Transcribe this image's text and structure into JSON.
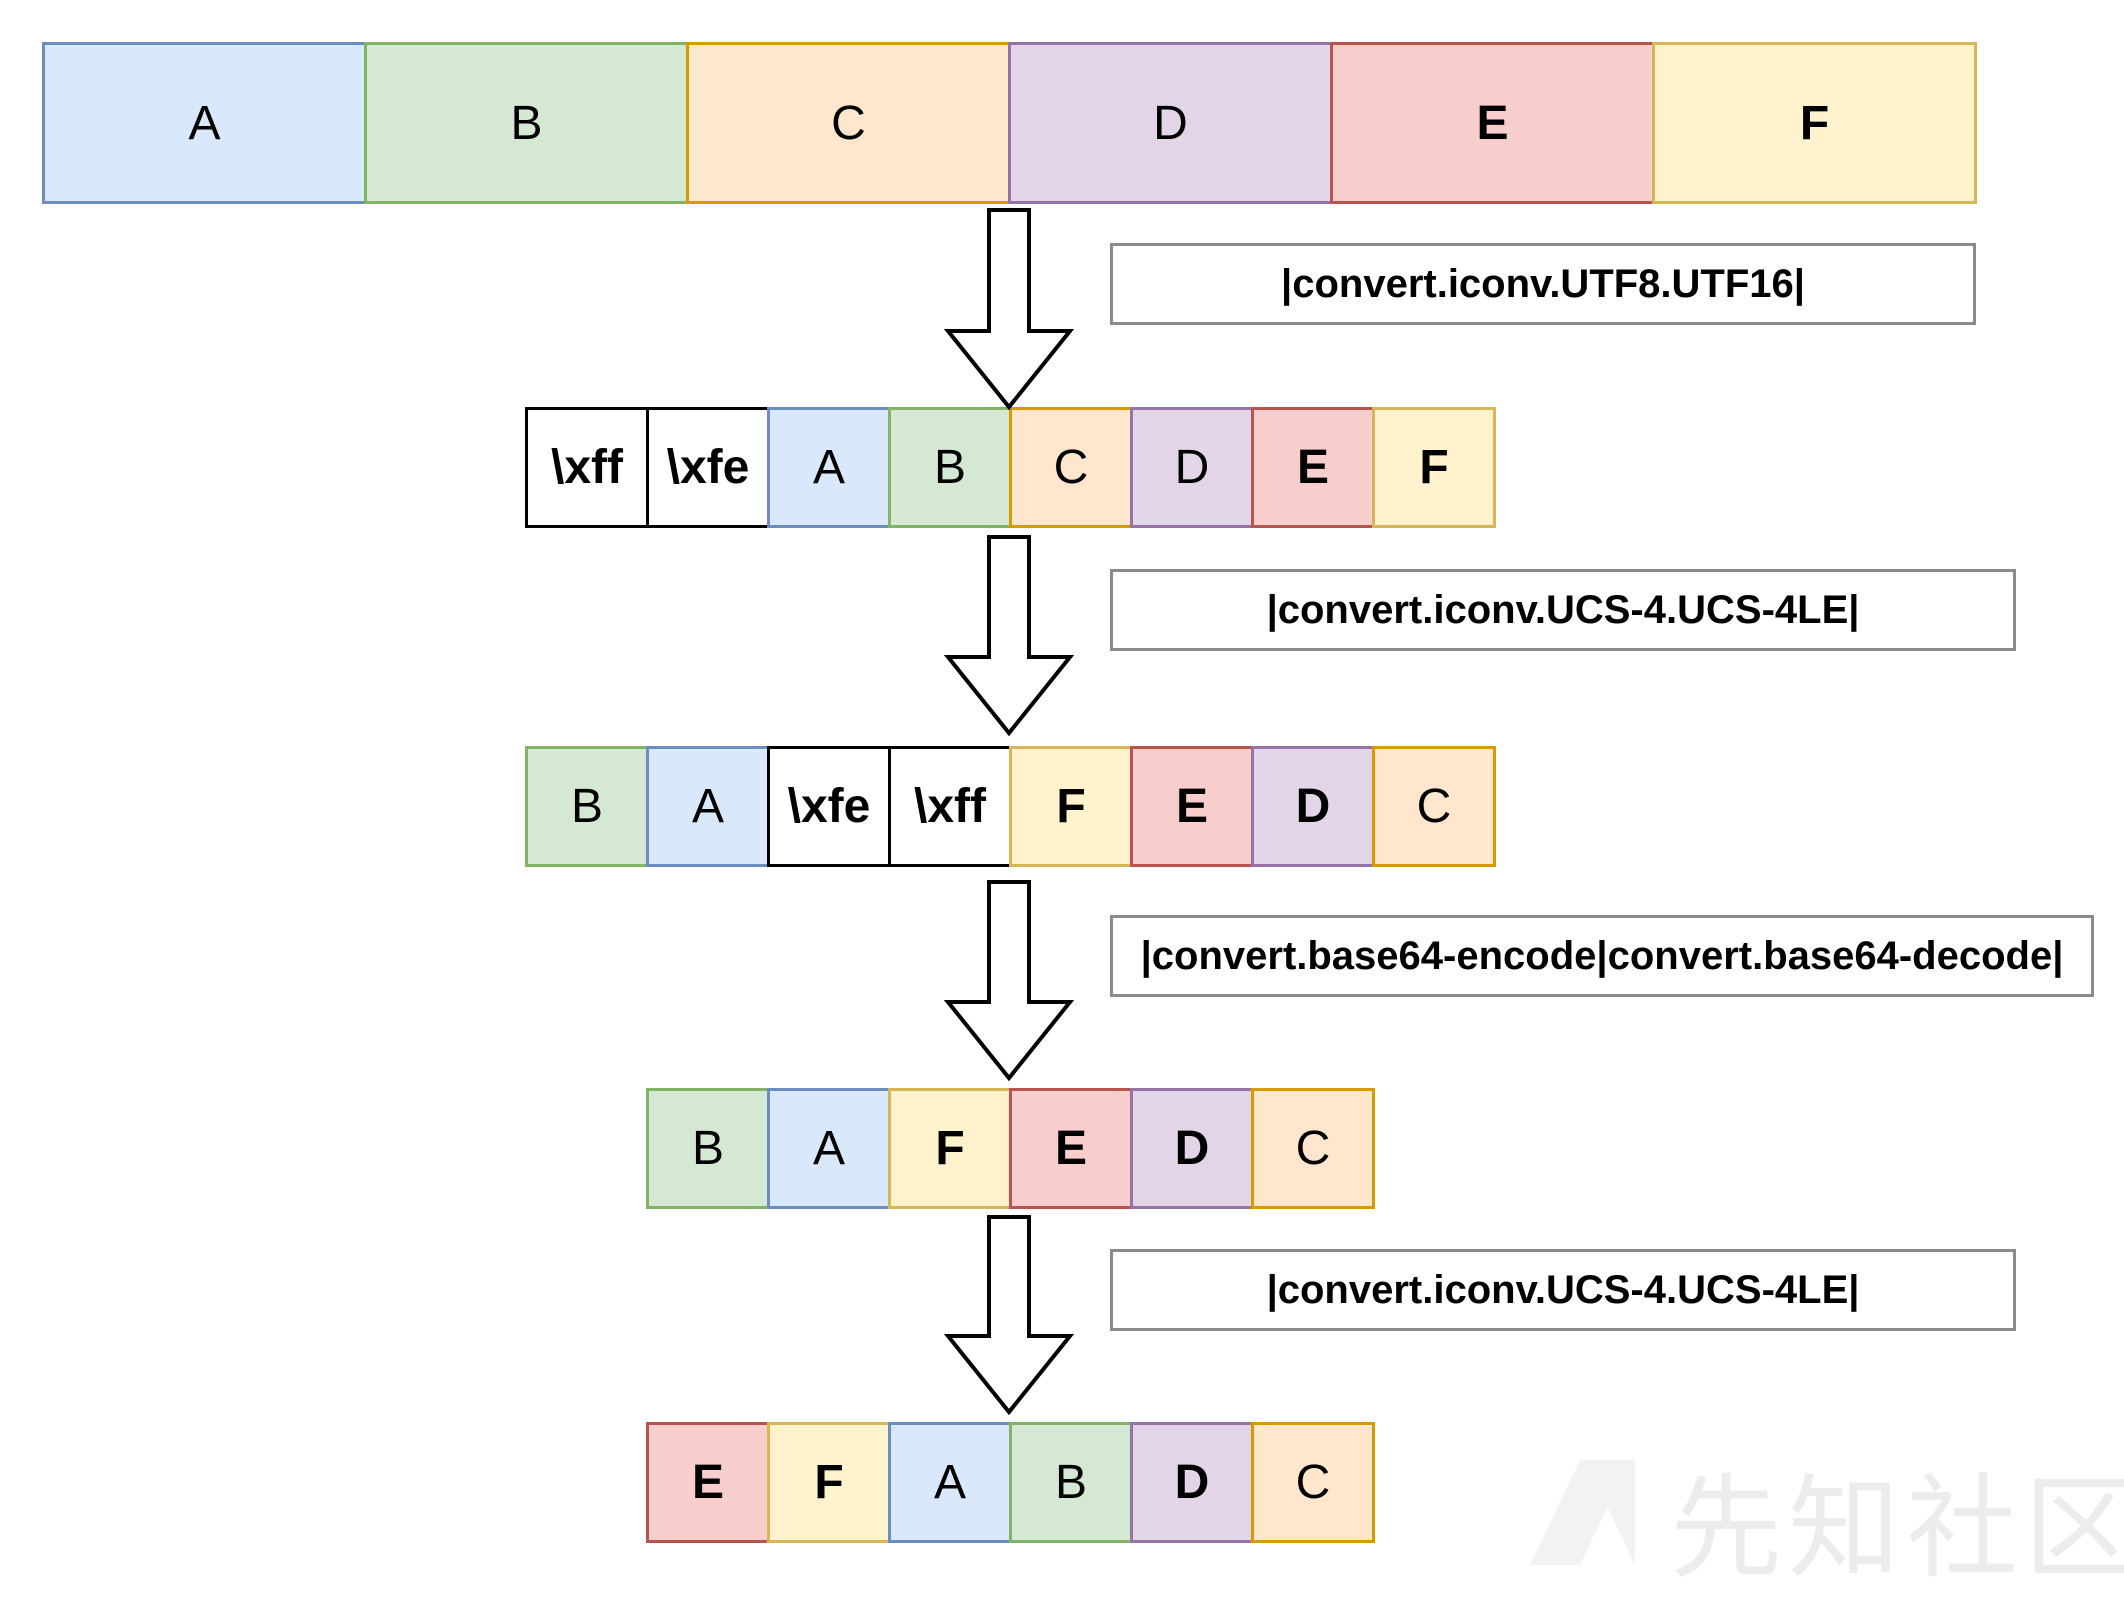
{
  "colors": {
    "A": {
      "fill": "#dae8fc",
      "stroke": "#6c8ebf"
    },
    "B": {
      "fill": "#d5e8d4",
      "stroke": "#82b366"
    },
    "C": {
      "fill": "#ffe6cc",
      "stroke": "#d79b00"
    },
    "D": {
      "fill": "#e1d5e7",
      "stroke": "#9673a6"
    },
    "E": {
      "fill": "#f8cecc",
      "stroke": "#b85450"
    },
    "F": {
      "fill": "#fff2cc",
      "stroke": "#d6b656"
    },
    "bom": {
      "fill": "#ffffff",
      "stroke": "#000000"
    },
    "label_border": "#8a8a8a"
  },
  "rows": [
    {
      "name": "original",
      "cells": [
        {
          "text": "A",
          "kind": "A",
          "bold": false
        },
        {
          "text": "B",
          "kind": "B",
          "bold": false
        },
        {
          "text": "C",
          "kind": "C",
          "bold": false
        },
        {
          "text": "D",
          "kind": "D",
          "bold": false
        },
        {
          "text": "E",
          "kind": "E",
          "bold": true
        },
        {
          "text": "F",
          "kind": "F",
          "bold": true
        }
      ]
    },
    {
      "name": "after-utf16",
      "cells": [
        {
          "text": "\\xff",
          "kind": "bom",
          "bold": true
        },
        {
          "text": "\\xfe",
          "kind": "bom",
          "bold": true
        },
        {
          "text": "A",
          "kind": "A",
          "bold": false
        },
        {
          "text": "B",
          "kind": "B",
          "bold": false
        },
        {
          "text": "C",
          "kind": "C",
          "bold": false
        },
        {
          "text": "D",
          "kind": "D",
          "bold": false
        },
        {
          "text": "E",
          "kind": "E",
          "bold": true
        },
        {
          "text": "F",
          "kind": "F",
          "bold": true
        }
      ]
    },
    {
      "name": "after-ucs4le-1",
      "cells": [
        {
          "text": "B",
          "kind": "B",
          "bold": false
        },
        {
          "text": "A",
          "kind": "A",
          "bold": false
        },
        {
          "text": "\\xfe",
          "kind": "bom",
          "bold": true
        },
        {
          "text": "\\xff",
          "kind": "bom",
          "bold": true
        },
        {
          "text": "F",
          "kind": "F",
          "bold": true
        },
        {
          "text": "E",
          "kind": "E",
          "bold": true
        },
        {
          "text": "D",
          "kind": "D",
          "bold": true
        },
        {
          "text": "C",
          "kind": "C",
          "bold": false
        }
      ]
    },
    {
      "name": "after-base64",
      "cells": [
        {
          "text": "B",
          "kind": "B",
          "bold": false
        },
        {
          "text": "A",
          "kind": "A",
          "bold": false
        },
        {
          "text": "F",
          "kind": "F",
          "bold": true
        },
        {
          "text": "E",
          "kind": "E",
          "bold": true
        },
        {
          "text": "D",
          "kind": "D",
          "bold": true
        },
        {
          "text": "C",
          "kind": "C",
          "bold": false
        }
      ]
    },
    {
      "name": "after-ucs4le-2",
      "cells": [
        {
          "text": "E",
          "kind": "E",
          "bold": true
        },
        {
          "text": "F",
          "kind": "F",
          "bold": true
        },
        {
          "text": "A",
          "kind": "A",
          "bold": false
        },
        {
          "text": "B",
          "kind": "B",
          "bold": false
        },
        {
          "text": "D",
          "kind": "D",
          "bold": true
        },
        {
          "text": "C",
          "kind": "C",
          "bold": false
        }
      ]
    }
  ],
  "filters": [
    {
      "label": "|convert.iconv.UTF8.UTF16|"
    },
    {
      "label": "|convert.iconv.UCS-4.UCS-4LE|"
    },
    {
      "label": "|convert.base64-encode|convert.base64-decode|"
    },
    {
      "label": "|convert.iconv.UCS-4.UCS-4LE|"
    }
  ],
  "watermark": {
    "text": "先知社区"
  }
}
